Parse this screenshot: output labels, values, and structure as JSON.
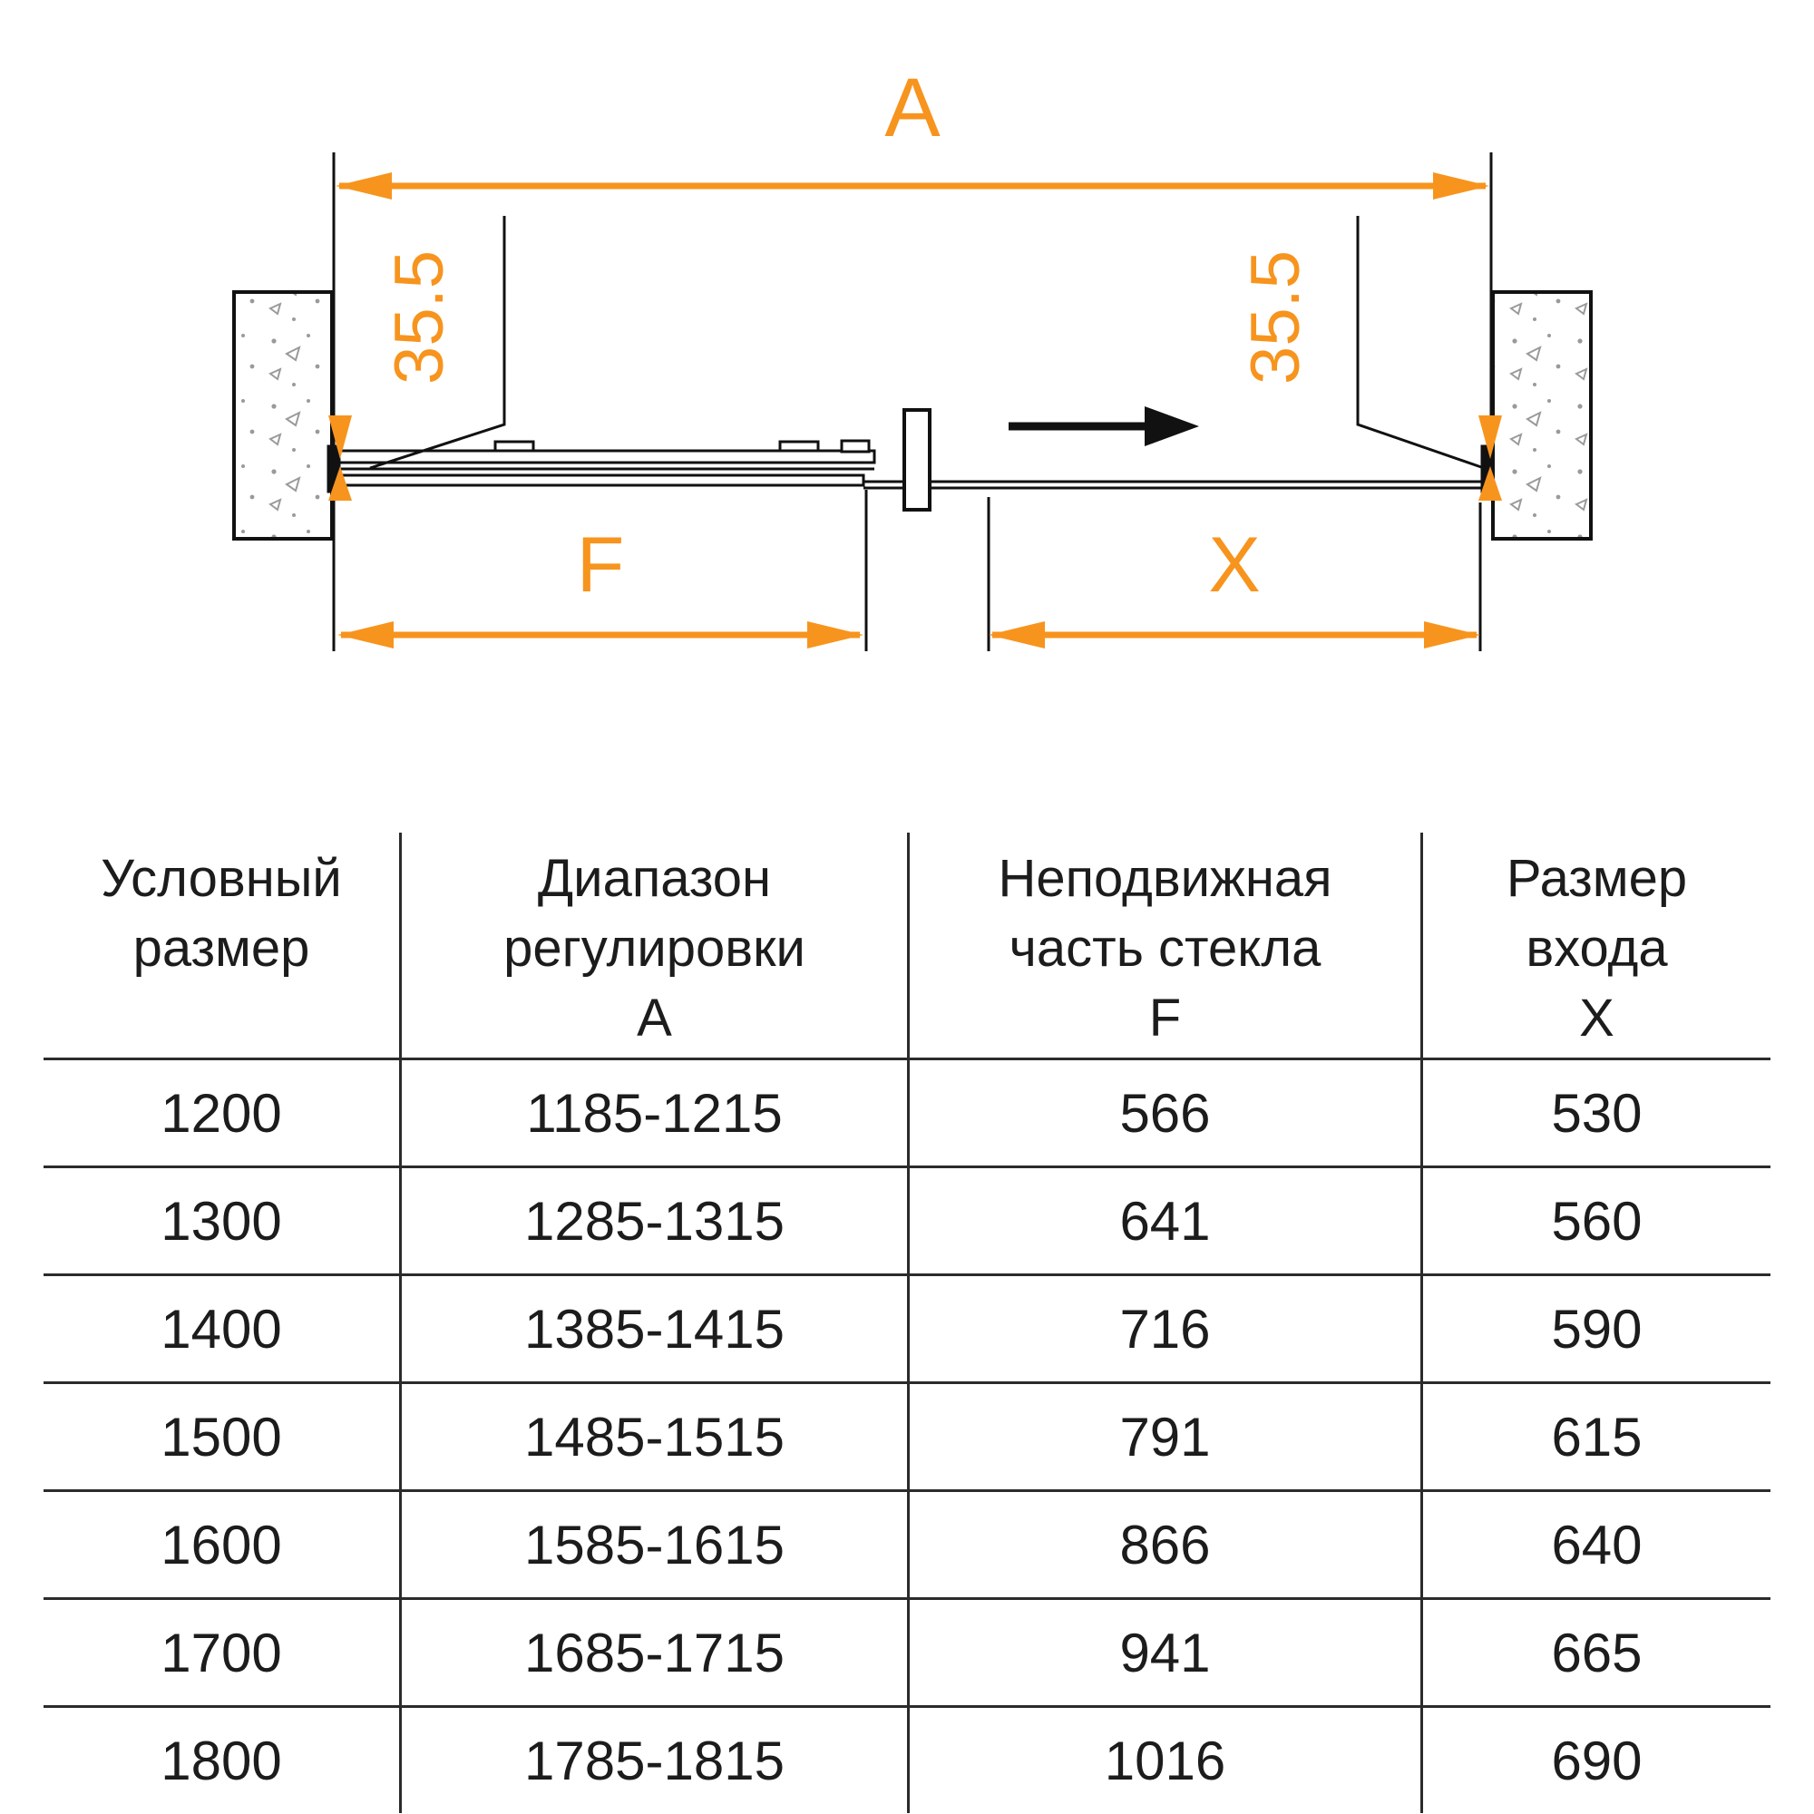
{
  "colors": {
    "accent": "#F7941E",
    "line": "#111111"
  },
  "diagram": {
    "dim_a": "A",
    "dim_f": "F",
    "dim_x": "X",
    "offset_left": "35.5",
    "offset_right": "35.5"
  },
  "table": {
    "headers": [
      {
        "lines": [
          "Условный",
          "размер"
        ]
      },
      {
        "lines": [
          "Диапазон",
          "регулировки",
          "А"
        ]
      },
      {
        "lines": [
          "Неподвижная",
          "часть стекла",
          "F"
        ]
      },
      {
        "lines": [
          "Размер",
          "входа",
          "X"
        ]
      }
    ],
    "rows": [
      [
        "1200",
        "1185-1215",
        "566",
        "530"
      ],
      [
        "1300",
        "1285-1315",
        "641",
        "560"
      ],
      [
        "1400",
        "1385-1415",
        "716",
        "590"
      ],
      [
        "1500",
        "1485-1515",
        "791",
        "615"
      ],
      [
        "1600",
        "1585-1615",
        "866",
        "640"
      ],
      [
        "1700",
        "1685-1715",
        "941",
        "665"
      ],
      [
        "1800",
        "1785-1815",
        "1016",
        "690"
      ]
    ]
  }
}
